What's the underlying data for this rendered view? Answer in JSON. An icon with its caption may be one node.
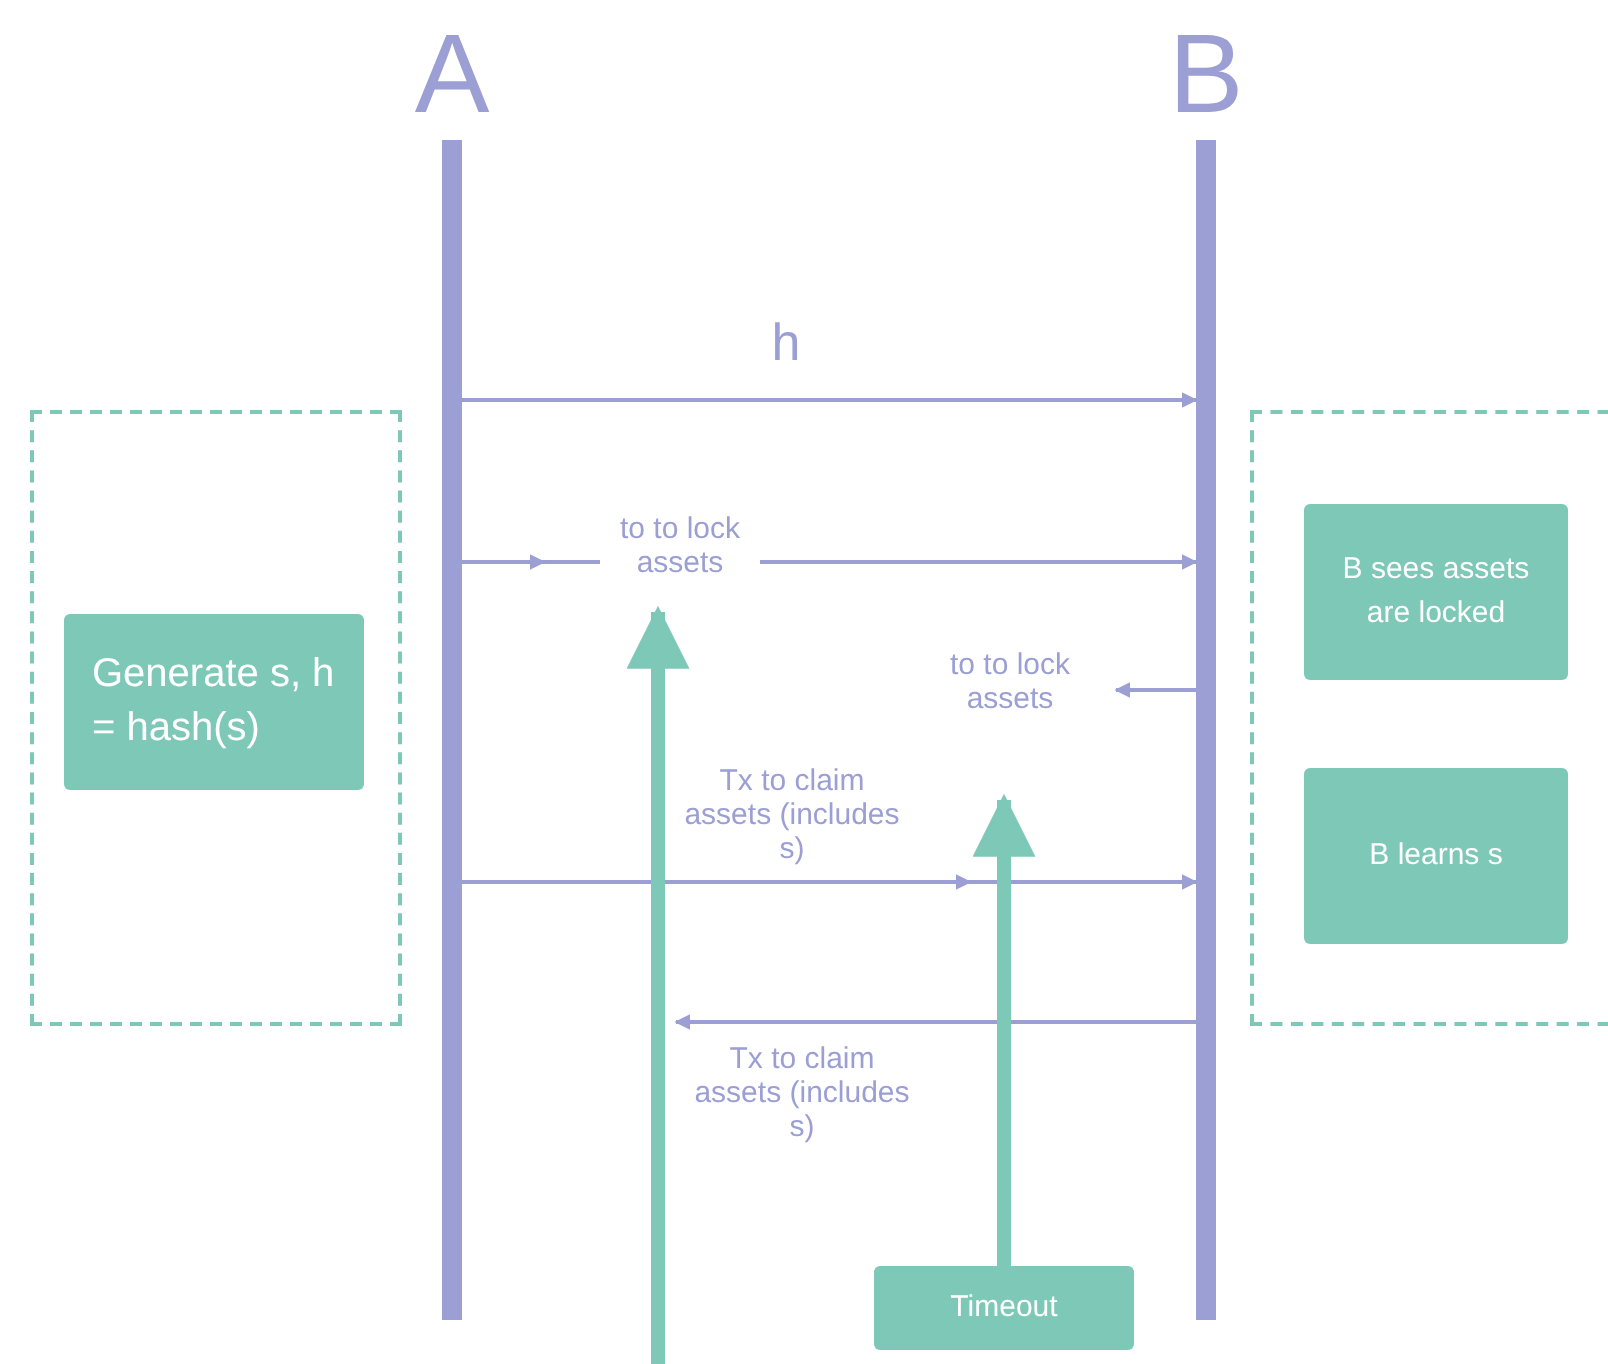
{
  "diagram": {
    "nodes": [
      {
        "text": [
          "A"
        ]
      },
      {
        "text": [
          "B"
        ]
      },
      {
        "text": [],
        "shape": "box"
      },
      {
        "text": [
          "Generate s, h = hash(s)"
        ],
        "in": 2
      },
      {
        "text": [],
        "shape": "box"
      },
      {
        "text": [
          "B sees assets are locked"
        ],
        "in": 4
      },
      {
        "text": [
          "B learns s"
        ],
        "in": 4
      },
      {
        "text": [
          "Timeout"
        ]
      }
    ],
    "edges": [
      {
        "from": 0,
        "to": 1,
        "arrow": "to",
        "label": "h"
      },
      {
        "from": 0,
        "to": 1,
        "arrow": "to",
        "label": "to to lock assets"
      },
      {
        "from": 1,
        "to": null,
        "arrow": "to",
        "label": "to to lock assets"
      },
      {
        "from": 0,
        "to": 1,
        "arrow": "to",
        "label": "Tx to claim assets (includes s)"
      },
      {
        "from": 1,
        "to": null,
        "arrow": "to",
        "label": "Tx to claim assets (includes s)"
      },
      {
        "from": 7,
        "to": null,
        "arrow": "to",
        "style": "thick",
        "color": "#7ec8b8"
      }
    ]
  }
}
